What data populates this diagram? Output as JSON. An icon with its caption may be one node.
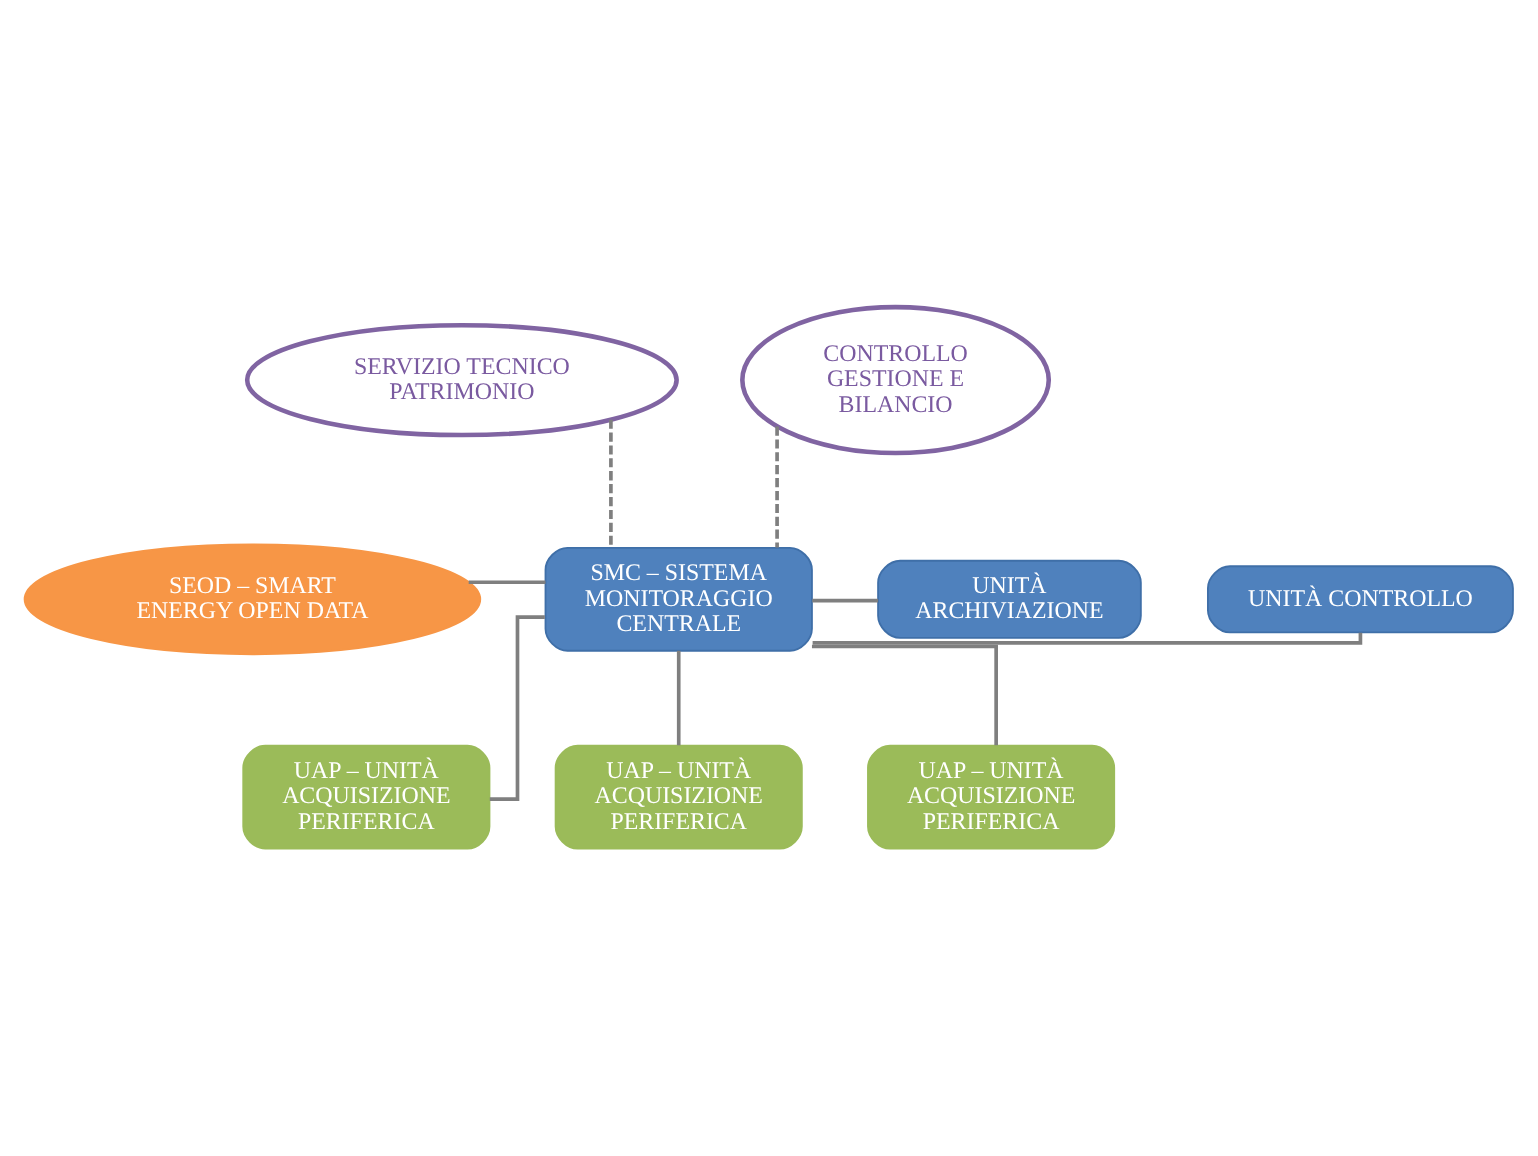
{
  "diagram": {
    "nodes": [
      {
        "text": [
          "SERVIZIO TECNICO PATRIMONIO"
        ]
      },
      {
        "text": [
          "CONTROLLO GESTIONE E BILANCIO"
        ]
      },
      {
        "text": [
          "UNITÀ CONTROLLO"
        ]
      },
      {
        "text": [
          "SMC – SISTEMA MONITORAGGIO CENTRALE"
        ]
      },
      {
        "text": [
          "SEOD – SMART ENERGY OPEN DATA"
        ]
      },
      {
        "text": [
          "UNITÀ ARCHIVIAZIONE"
        ]
      },
      {
        "text": [
          "UAP – UNITÀ ACQUISIZIONE PERIFERICA"
        ]
      },
      {
        "text": [
          "UAP – UNITÀ ACQUISIZIONE PERIFERICA"
        ]
      },
      {
        "text": [
          "UAP – UNITÀ ACQUISIZIONE PERIFERICA"
        ]
      }
    ],
    "edges": [
      {
        "from": 0,
        "to": 3,
        "arrow": "none",
        "style": "dashed"
      },
      {
        "from": 1,
        "to": 3,
        "arrow": "none",
        "style": "dashed"
      },
      {
        "from": 3,
        "to": 2,
        "arrow": "none"
      },
      {
        "from": 3,
        "to": 5,
        "arrow": "none"
      },
      {
        "from": 4,
        "to": 3,
        "arrow": "none"
      },
      {
        "from": 3,
        "to": 6,
        "arrow": "none"
      },
      {
        "from": 3,
        "to": 7,
        "arrow": "none"
      },
      {
        "from": 3,
        "to": 8,
        "arrow": "none"
      }
    ]
  }
}
